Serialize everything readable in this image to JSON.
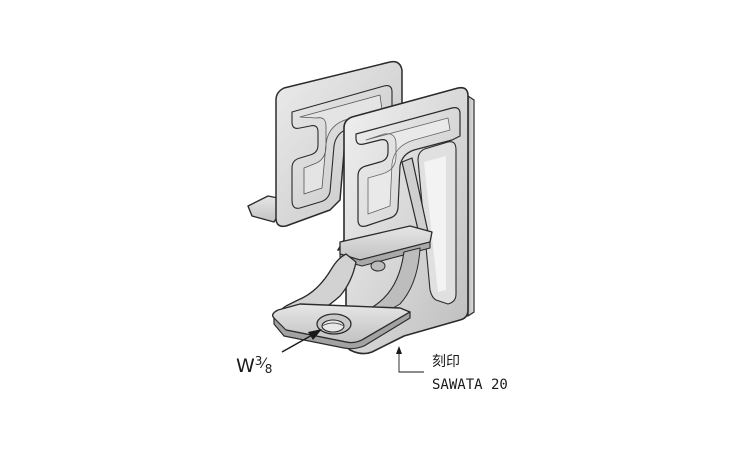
{
  "callouts": {
    "thread_label": {
      "prefix": "W",
      "fraction_num": "3",
      "fraction_den": "8"
    },
    "marking": {
      "title": "刻印",
      "text": "SAWATA 20"
    }
  },
  "colors": {
    "metal_face": "#d9d9d9",
    "metal_light": "#eeeeee",
    "metal_dark": "#a8a8a8",
    "edge_stroke": "#2b2b2b",
    "background": "#ffffff"
  }
}
